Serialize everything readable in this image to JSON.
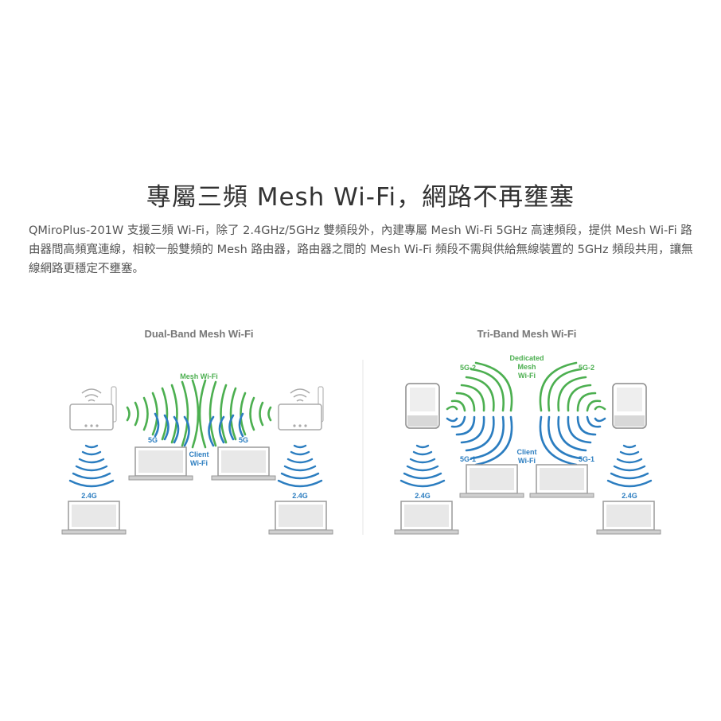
{
  "title": "專屬三頻 Mesh Wi-Fi，網路不再壅塞",
  "description": "QMiroPlus-201W 支援三頻 Wi-Fi，除了 2.4GHz/5GHz 雙頻段外，內建專屬 Mesh Wi-Fi 5GHz 高速頻段，提供 Mesh Wi-Fi 路由器間高頻寬連線，相較一般雙頻的 Mesh 路由器，路由器之間的 Mesh Wi-Fi 頻段不需與供給無線裝置的 5GHz 頻段共用，讓無線網路更穩定不壅塞。",
  "colors": {
    "blue": "#2b7dc0",
    "green": "#4caf50",
    "gray": "#888888",
    "laptop": "#9a9a9a"
  },
  "dual_band": {
    "title": "Dual-Band Mesh Wi-Fi",
    "mesh_label": "Mesh Wi-Fi",
    "band_5g_left": "5G",
    "band_5g_right": "5G",
    "client_label_1": "Client",
    "client_label_2": "Wi-Fi",
    "band_24_left": "2.4G",
    "band_24_right": "2.4G"
  },
  "tri_band": {
    "title": "Tri-Band Mesh Wi-Fi",
    "dedicated_1": "Dedicated",
    "dedicated_2": "Mesh",
    "dedicated_3": "Wi-Fi",
    "band_5g2_left": "5G-2",
    "band_5g2_right": "5G-2",
    "band_5g1_left": "5G-1",
    "band_5g1_right": "5G-1",
    "client_label_1": "Client",
    "client_label_2": "Wi-Fi",
    "band_24_left": "2.4G",
    "band_24_right": "2.4G"
  }
}
